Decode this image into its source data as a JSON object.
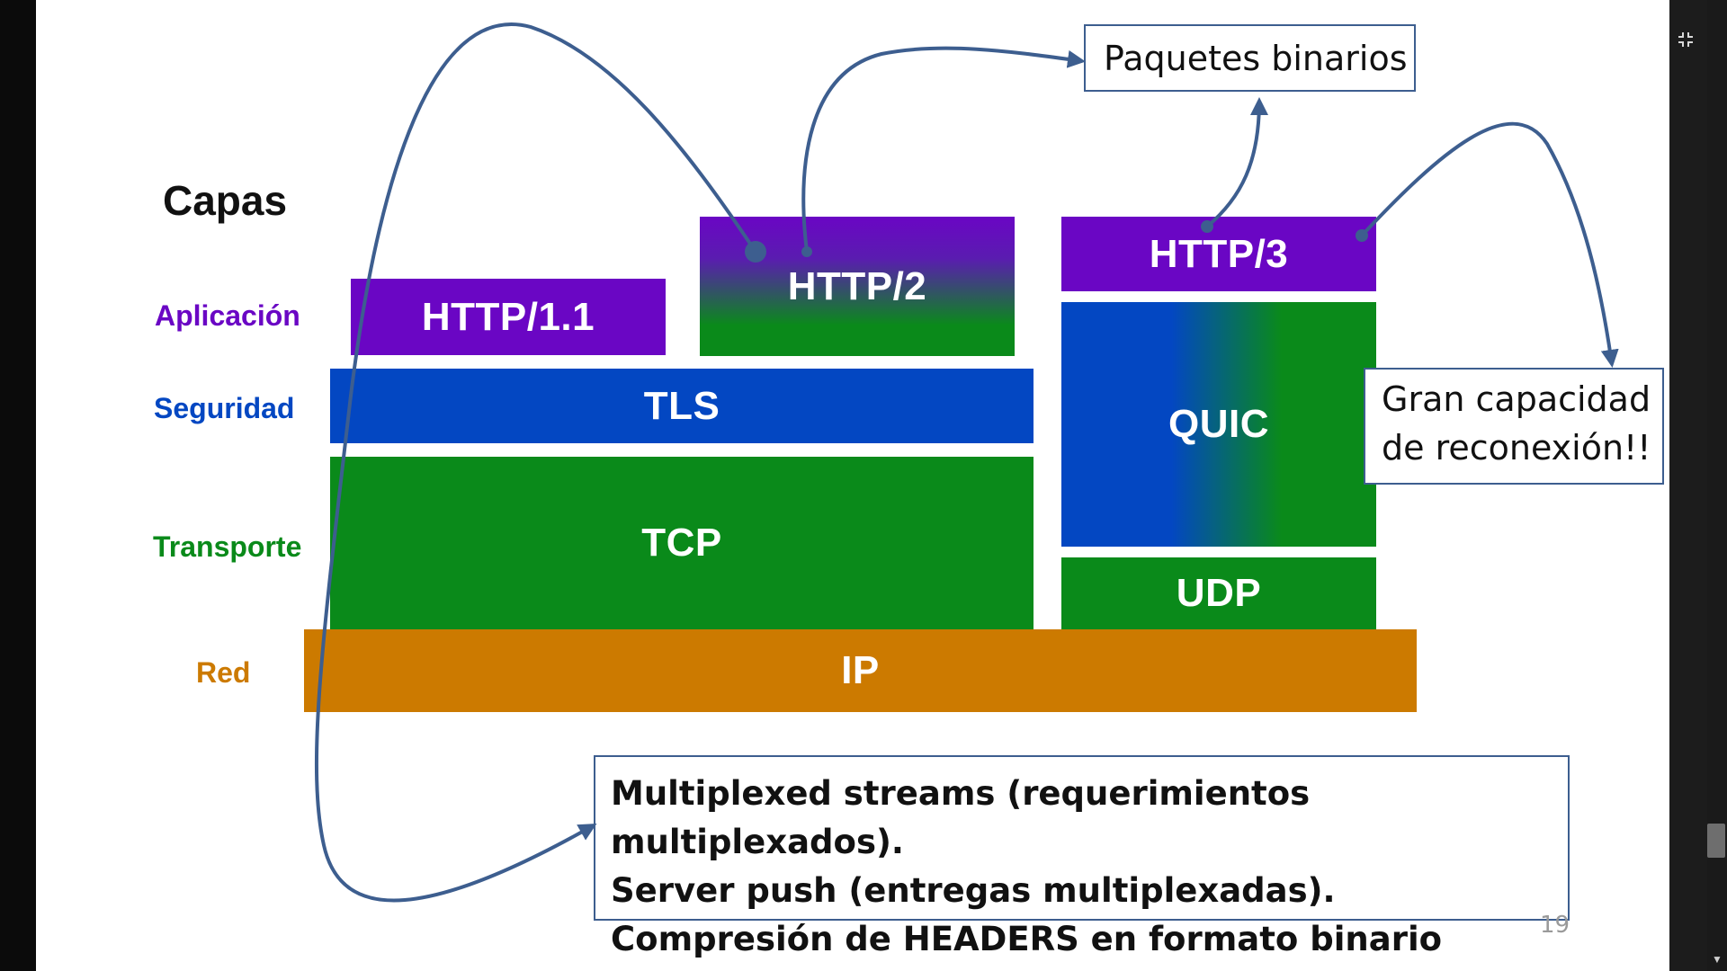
{
  "slide": {
    "title": "Capas",
    "layers": {
      "app": "Aplicación",
      "security": "Seguridad",
      "transport": "Transporte",
      "network": "Red"
    },
    "blocks": {
      "http11": "HTTP/1.1",
      "http2": "HTTP/2",
      "http3": "HTTP/3",
      "tls": "TLS",
      "tcp": "TCP",
      "quic": "QUIC",
      "udp": "UDP",
      "ip": "IP"
    },
    "callouts": {
      "binary": "Paquetes binarios",
      "reconnect_line1": "Gran capacidad",
      "reconnect_line2": "de reconexión!!",
      "features": [
        "Multiplexed streams (requerimientos multiplexados).",
        "Server push (entregas multiplexadas).",
        "Compresión de HEADERS en formato binario"
      ]
    },
    "page_number": "19"
  },
  "colors": {
    "purple": "#6a06c4",
    "blue": "#0347c2",
    "green": "#0a8a1a",
    "orange": "#cc7a00",
    "arrow": "#3d5e8f"
  },
  "icons": {
    "exit_fullscreen": "exit-fullscreen-icon",
    "scroll_down": "chevron-down-icon"
  }
}
